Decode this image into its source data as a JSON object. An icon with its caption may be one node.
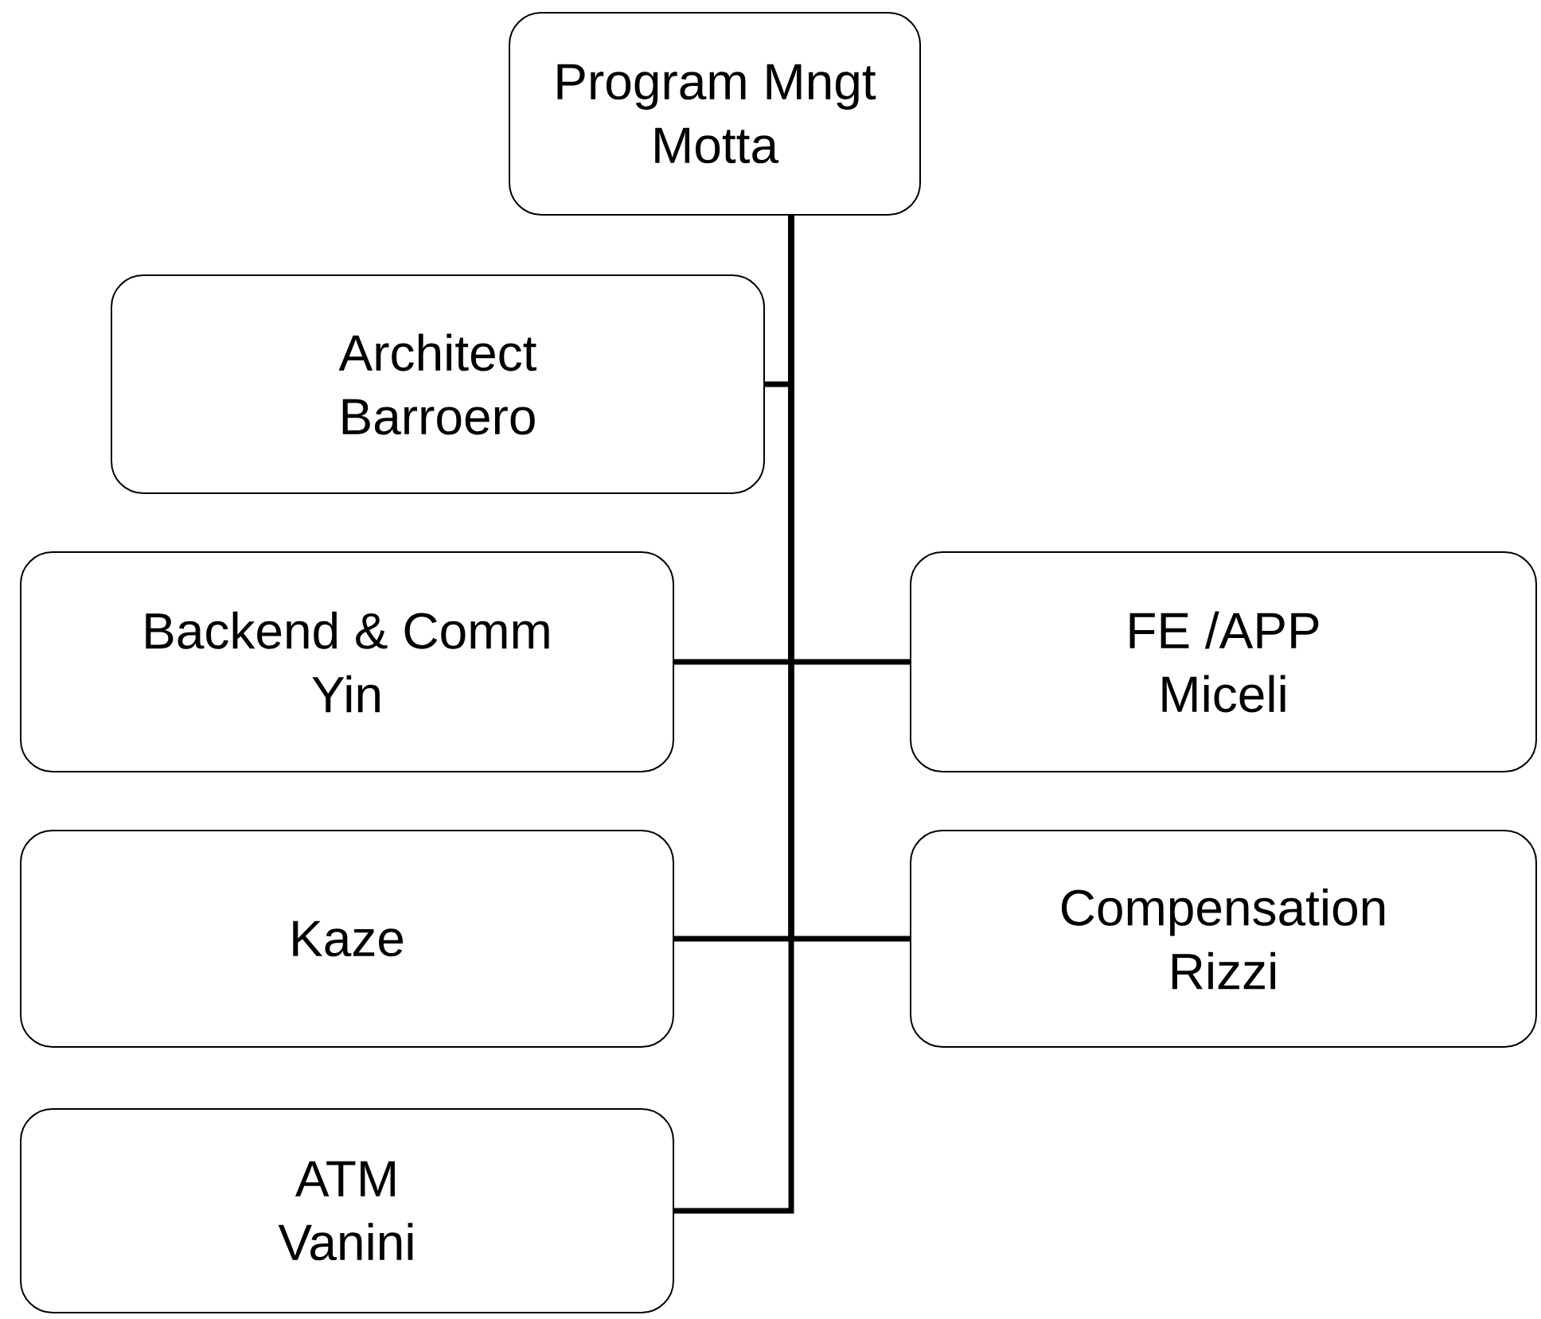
{
  "diagram": {
    "nodes": [
      {
        "text": [
          "Program Mngt",
          "Motta"
        ]
      },
      {
        "text": [
          "Architect",
          "Barroero"
        ]
      },
      {
        "text": [
          "Backend & Comm",
          "Yin"
        ]
      },
      {
        "text": [
          "FE /APP",
          "Miceli"
        ]
      },
      {
        "text": [
          "Kaze"
        ]
      },
      {
        "text": [
          "Compensation",
          "Rizzi"
        ]
      },
      {
        "text": [
          "ATM",
          "Vanini"
        ]
      }
    ],
    "edges": [
      {
        "from": 0,
        "to": 1,
        "arrow": "none"
      },
      {
        "from": 0,
        "to": 2,
        "arrow": "none"
      },
      {
        "from": 0,
        "to": 3,
        "arrow": "none"
      },
      {
        "from": 0,
        "to": 4,
        "arrow": "none"
      },
      {
        "from": 0,
        "to": 5,
        "arrow": "none"
      },
      {
        "from": 0,
        "to": 6,
        "arrow": "none"
      }
    ]
  }
}
